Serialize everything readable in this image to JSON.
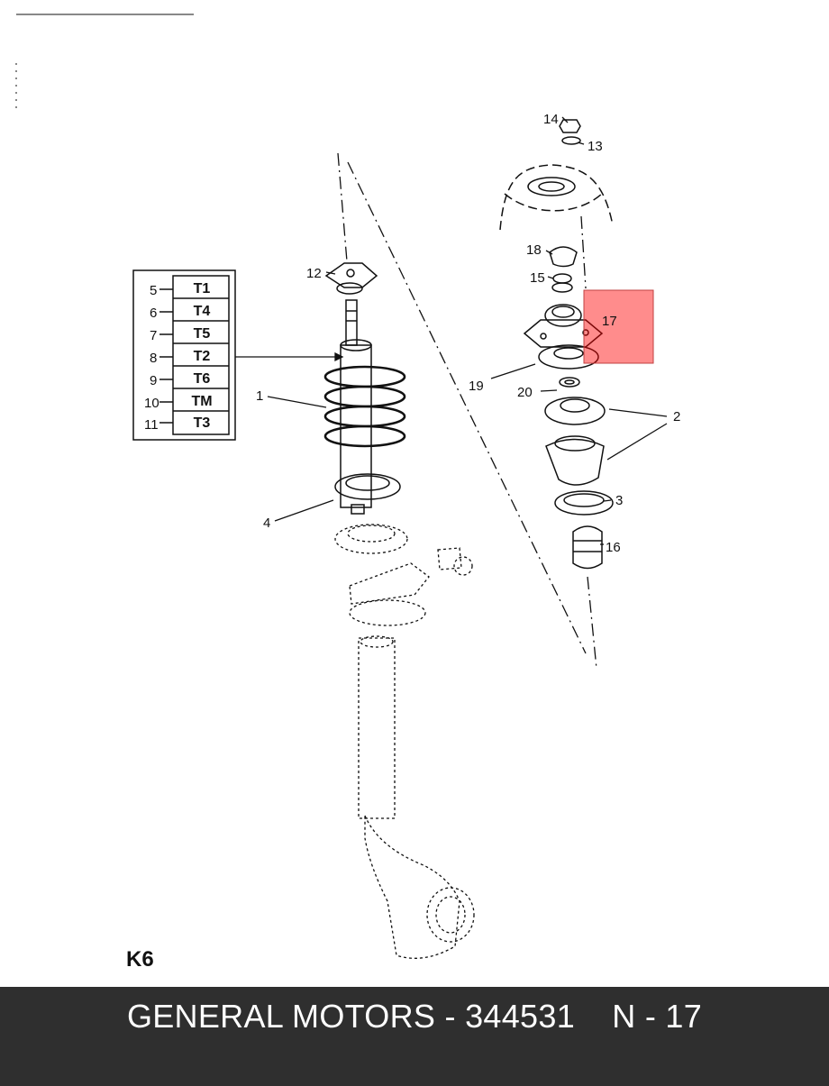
{
  "diagram_code": "K6",
  "footer": {
    "text": "GENERAL MOTORS - 344531    N - 17"
  },
  "highlight": {
    "color": "#ff0000",
    "part": "17"
  },
  "table": {
    "rows": [
      {
        "num": "5",
        "code": "T1"
      },
      {
        "num": "6",
        "code": "T4"
      },
      {
        "num": "7",
        "code": "T5"
      },
      {
        "num": "8",
        "code": "T2"
      },
      {
        "num": "9",
        "code": "T6"
      },
      {
        "num": "10",
        "code": "TM"
      },
      {
        "num": "11",
        "code": "T3"
      }
    ]
  },
  "labels": {
    "l1": "1",
    "l2": "2",
    "l3": "3",
    "l4": "4",
    "l12": "12",
    "l13": "13",
    "l14": "14",
    "l15": "15",
    "l16": "16",
    "l17": "17",
    "l18": "18",
    "l19": "19",
    "l20": "20"
  }
}
